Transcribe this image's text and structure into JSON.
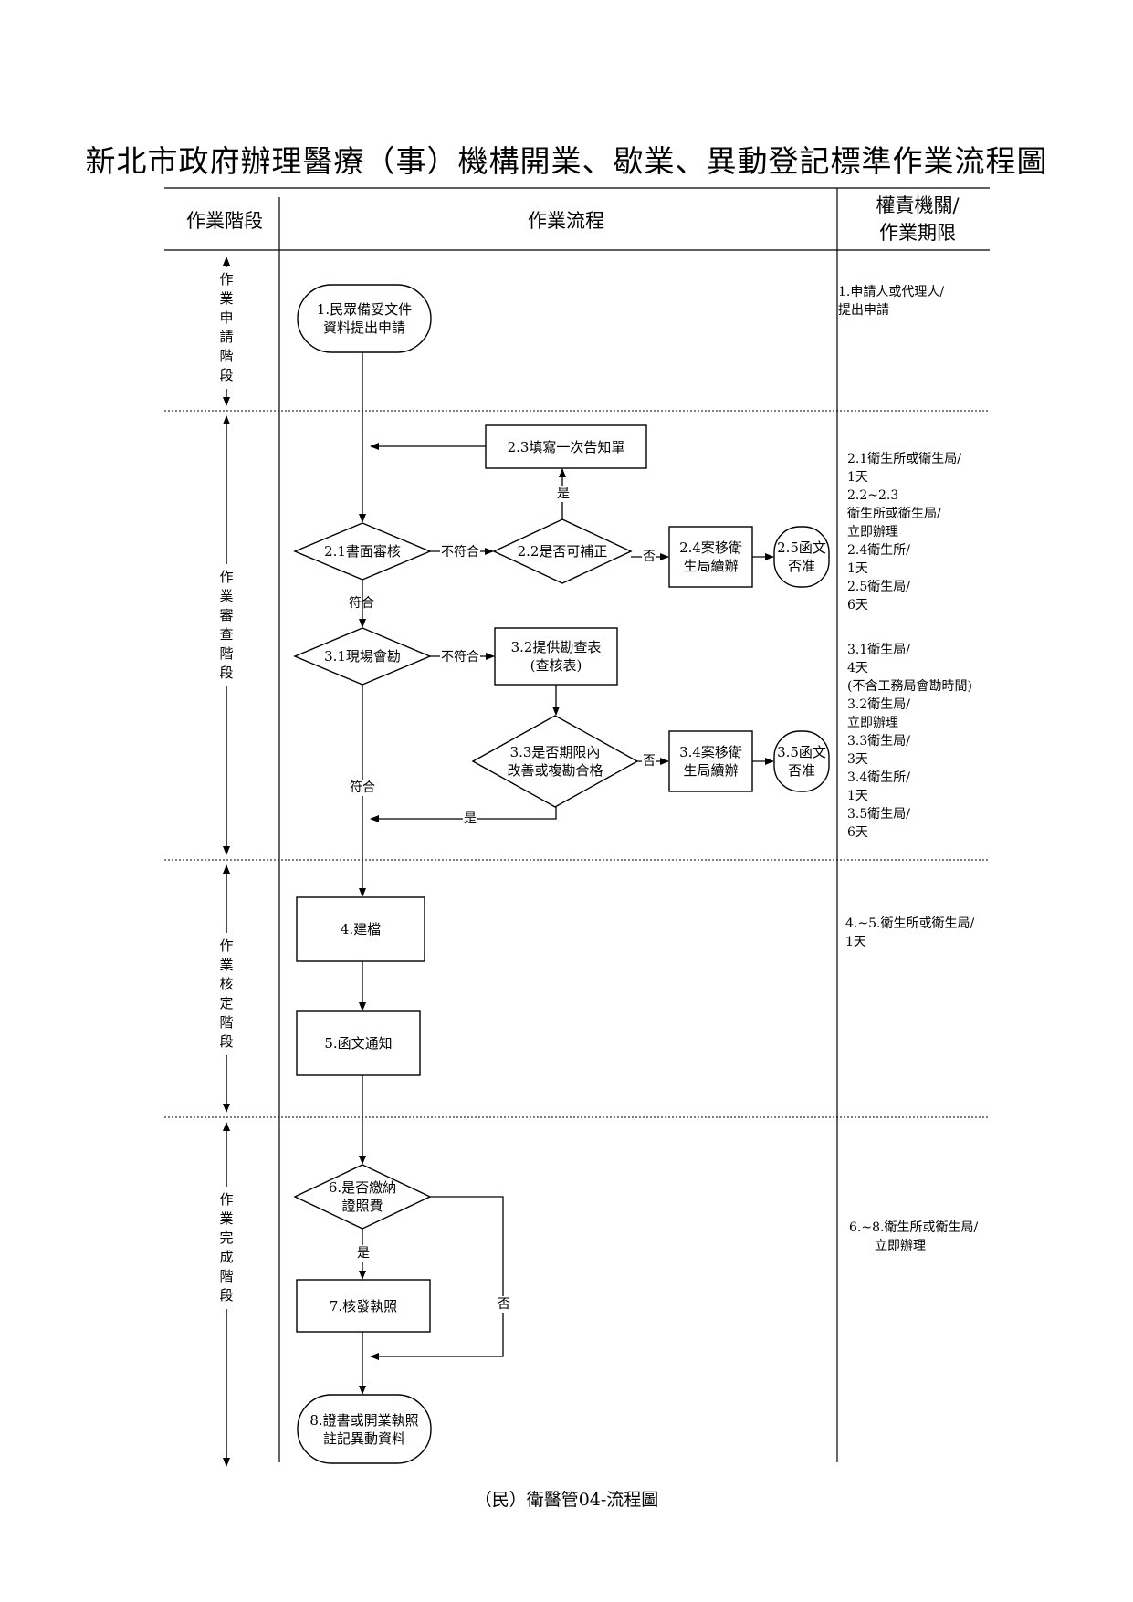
{
  "title": "新北市政府辦理醫療（事）機構開業、歇業、異動登記標準作業流程圖",
  "footer": "（民）衛醫管04-流程圖",
  "headers": {
    "stage": "作業階段",
    "flow": "作業流程",
    "authority_line1": "權責機關/",
    "authority_line2": "作業期限"
  },
  "phases": [
    {
      "name": "作業申請階段",
      "chars": [
        "作",
        "業",
        "申",
        "請",
        "階",
        "段"
      ]
    },
    {
      "name": "作業審查階段",
      "chars": [
        "作",
        "業",
        "審",
        "查",
        "階",
        "段"
      ]
    },
    {
      "name": "作業核定階段",
      "chars": [
        "作",
        "業",
        "核",
        "定",
        "階",
        "段"
      ]
    },
    {
      "name": "作業完成階段",
      "chars": [
        "作",
        "業",
        "完",
        "成",
        "階",
        "段"
      ]
    }
  ],
  "nodes": {
    "n1": {
      "line1": "1.民眾備妥文件",
      "line2": "資料提出申請"
    },
    "n21": {
      "line1": "2.1書面審核"
    },
    "n22": {
      "line1": "2.2是否可補正"
    },
    "n23": {
      "line1": "2.3填寫一次告知單"
    },
    "n24": {
      "line1": "2.4案移衛",
      "line2": "生局續辦"
    },
    "n25": {
      "line1": "2.5函文",
      "line2": "否准"
    },
    "n31": {
      "line1": "3.1現場會勘"
    },
    "n32": {
      "line1": "3.2提供勘查表",
      "line2": "(查核表)"
    },
    "n33": {
      "line1": "3.3是否期限內",
      "line2": "改善或複勘合格"
    },
    "n34": {
      "line1": "3.4案移衛",
      "line2": "生局續辦"
    },
    "n35": {
      "line1": "3.5函文",
      "line2": "否准"
    },
    "n4": {
      "line1": "4.建檔"
    },
    "n5": {
      "line1": "5.函文通知"
    },
    "n6": {
      "line1": "6.是否繳納",
      "line2": "證照費"
    },
    "n7": {
      "line1": "7.核發執照"
    },
    "n8": {
      "line1": "8.證書或開業執照",
      "line2": "註記異動資料"
    }
  },
  "labels": {
    "fail_21": "不符合",
    "no_22": "否",
    "yes_22": "是",
    "pass_21": "符合",
    "fail_31": "不符合",
    "no_33": "否",
    "pass_31": "符合",
    "yes_33": "是",
    "yes_6": "是",
    "no_6": "否"
  },
  "notes": {
    "phase1": [
      "1.申請人或代理人/",
      "提出申請"
    ],
    "phase2a": [
      "2.1衛生所或衛生局/",
      "1天",
      "2.2~2.3",
      "衛生所或衛生局/",
      "立即辦理",
      "2.4衛生所/",
      "1天",
      "2.5衛生局/",
      "6天"
    ],
    "phase2b": [
      "3.1衛生局/",
      "4天",
      "(不含工務局會勘時間)",
      "3.2衛生局/",
      "立即辦理",
      "3.3衛生局/",
      "3天",
      "3.4衛生所/",
      "1天",
      "3.5衛生局/",
      "6天"
    ],
    "phase3": [
      "4.~5.衛生所或衛生局/",
      "1天"
    ],
    "phase4": [
      "6.~8.衛生所或衛生局/",
      "立即辦理"
    ]
  }
}
